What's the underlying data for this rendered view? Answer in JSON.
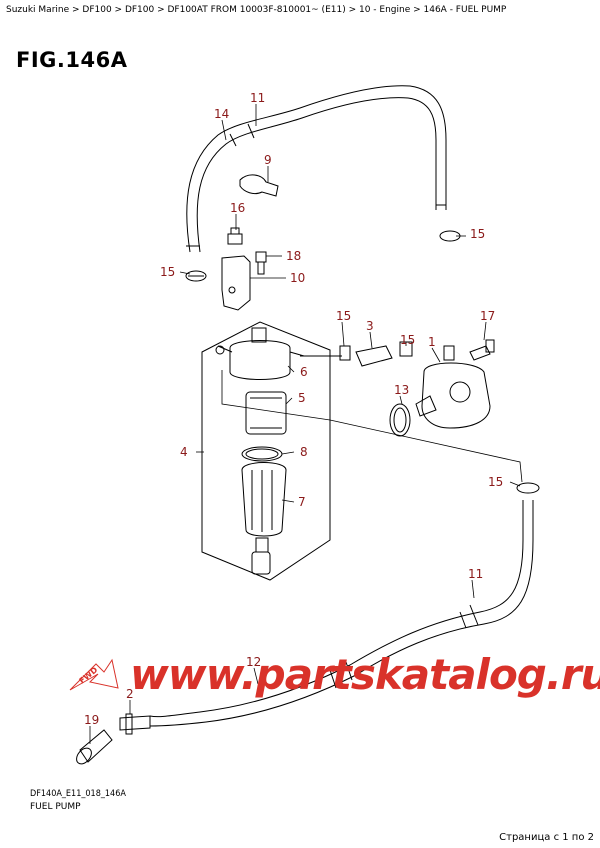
{
  "breadcrumb": "Suzuki Marine > DF100 > DF100 > DF100AT FROM 10003F-810001~ (E11) > 10 - Engine > 146A - FUEL PUMP",
  "figure_title": "FIG.146A",
  "callouts": {
    "c1": "1",
    "c2": "2",
    "c3": "3",
    "c4": "4",
    "c5": "5",
    "c6": "6",
    "c7": "7",
    "c8": "8",
    "c9": "9",
    "c10": "10",
    "c11a": "11",
    "c11b": "11",
    "c12": "12",
    "c13": "13",
    "c14": "14",
    "c15a": "15",
    "c15b": "15",
    "c15c": "15",
    "c15d": "15",
    "c15e": "15",
    "c16": "16",
    "c17": "17",
    "c18": "18",
    "c19": "19"
  },
  "fwd_label": "FWD",
  "watermark": "www.partskatalog.ru",
  "footer": {
    "code": "DF140A_E11_018_146A",
    "name": "FUEL PUMP"
  },
  "page_indicator": "Страница с 1 по 2",
  "colors": {
    "callout": "#8b1a1a",
    "watermark": "#d9322a"
  }
}
